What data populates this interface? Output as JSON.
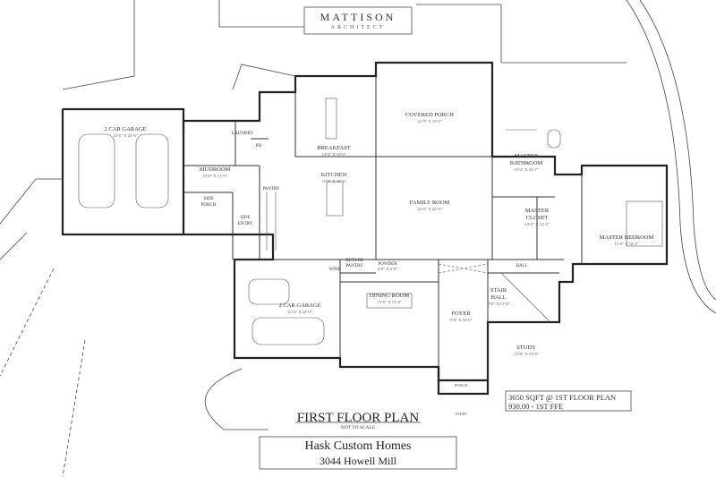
{
  "logo": {
    "name": "MATTISON",
    "subtitle": "ARCHITECT"
  },
  "rooms": {
    "garage_left": {
      "label": "2 CAR GARAGE",
      "dims": "23'-0\" X 23'-0\""
    },
    "laundry": {
      "label": "LAUNDRY"
    },
    "pd": {
      "label": "PD"
    },
    "mudroom": {
      "label": "MUDROOM",
      "dims": "10'-0\" X 11'-0\""
    },
    "side_porch": {
      "label_1": "SIDE",
      "label_2": "PORCH"
    },
    "side_entry": {
      "label_1": "SIDE",
      "label_2": "ENTRY"
    },
    "pantry": {
      "label": "PANTRY"
    },
    "breakfast": {
      "label": "BREAKFAST",
      "dims": "14'-0\" X 13'-0\""
    },
    "kitchen": {
      "label": "KITCHEN",
      "dims": "15'-0\" X 18'-0\""
    },
    "covered_porch": {
      "label": "COVERED PORCH",
      "dims": "22'-0\" X 15'-0\""
    },
    "family_room": {
      "label": "FAMILY ROOM",
      "dims": "22'-0\" X 22'-0\""
    },
    "master_bathroom": {
      "label_1": "MASTER",
      "label_2": "BATHROOM",
      "dims": "15'-2\" X 16'-7\""
    },
    "master_closet": {
      "label_1": "MASTER",
      "label_2": "CLOSET",
      "dims": "13'-0\" X 12'-5\""
    },
    "master_bedroom": {
      "label": "MASTER BEDROOM",
      "dims": "15'-0\" X 18'-4\""
    },
    "butler_pantry": {
      "label_1": "BUTLER",
      "label_2": "PANTRY"
    },
    "wine": {
      "label": "WINE"
    },
    "powder": {
      "label": "POWDER",
      "dims": "6'-0\" X 6'-0\""
    },
    "hall": {
      "label": "HALL"
    },
    "stair_hall": {
      "label_1": "STAIR",
      "label_2": "HALL",
      "dims": "8'-6\" X 13'-0\""
    },
    "garage_front": {
      "label": "2 CAR GARAGE",
      "dims": "23'-0\" X 24'-0\""
    },
    "dining_room": {
      "label": "DINING ROOM",
      "dims": "15'-0\" X 15'-0\""
    },
    "foyer": {
      "label": "FOYER",
      "dims": "9'-0\" X 16'-0\""
    },
    "study": {
      "label": "STUDY",
      "dims": "13'-0\" X 13'-0\""
    },
    "porch": {
      "label": "PORCH"
    },
    "entry_steps": {
      "label": "STEPS"
    }
  },
  "info": {
    "sqft": "3650 SQFT @ 1ST FLOOR PLAN",
    "ffe": "930.00 - 1ST FFE"
  },
  "title": {
    "main": "FIRST FLOOR PLAN",
    "sub": "NOT TO SCALE"
  },
  "company": {
    "name": "Hask Custom Homes",
    "address": "3044 Howell Mill"
  }
}
